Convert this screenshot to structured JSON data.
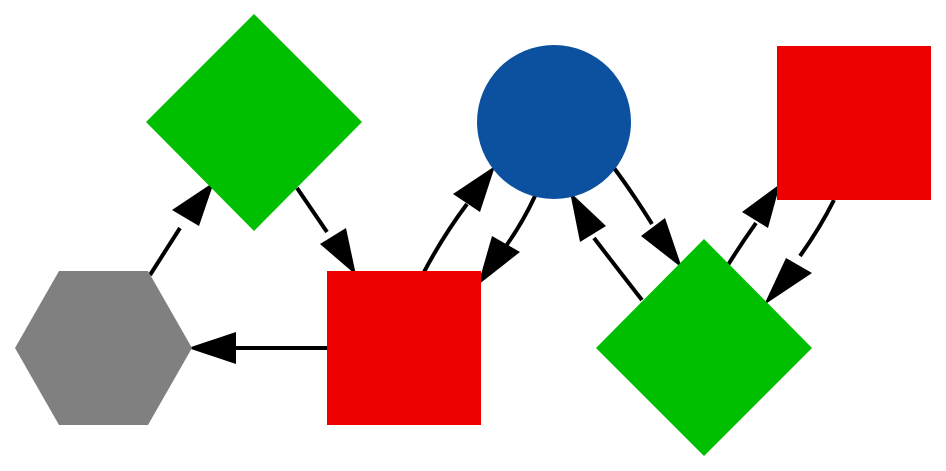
{
  "colors": {
    "red": "#ee0000",
    "green": "#00bf00",
    "blue": "#0c519f",
    "gray": "#808080",
    "edge": "#000000"
  },
  "nodes": [
    {
      "id": "hexagon",
      "shape": "hexagon",
      "color": "gray"
    },
    {
      "id": "diamond-top",
      "shape": "diamond",
      "color": "green"
    },
    {
      "id": "square-center",
      "shape": "square",
      "color": "red"
    },
    {
      "id": "circle",
      "shape": "circle",
      "color": "blue"
    },
    {
      "id": "diamond-bottom",
      "shape": "diamond",
      "color": "green"
    },
    {
      "id": "square-right",
      "shape": "square",
      "color": "red"
    }
  ],
  "edges": [
    {
      "from": "hexagon",
      "to": "diamond-top"
    },
    {
      "from": "diamond-top",
      "to": "square-center"
    },
    {
      "from": "square-center",
      "to": "hexagon"
    },
    {
      "from": "square-center",
      "to": "circle"
    },
    {
      "from": "circle",
      "to": "square-center"
    },
    {
      "from": "circle",
      "to": "diamond-bottom"
    },
    {
      "from": "diamond-bottom",
      "to": "circle"
    },
    {
      "from": "diamond-bottom",
      "to": "square-right"
    },
    {
      "from": "square-right",
      "to": "diamond-bottom"
    }
  ]
}
